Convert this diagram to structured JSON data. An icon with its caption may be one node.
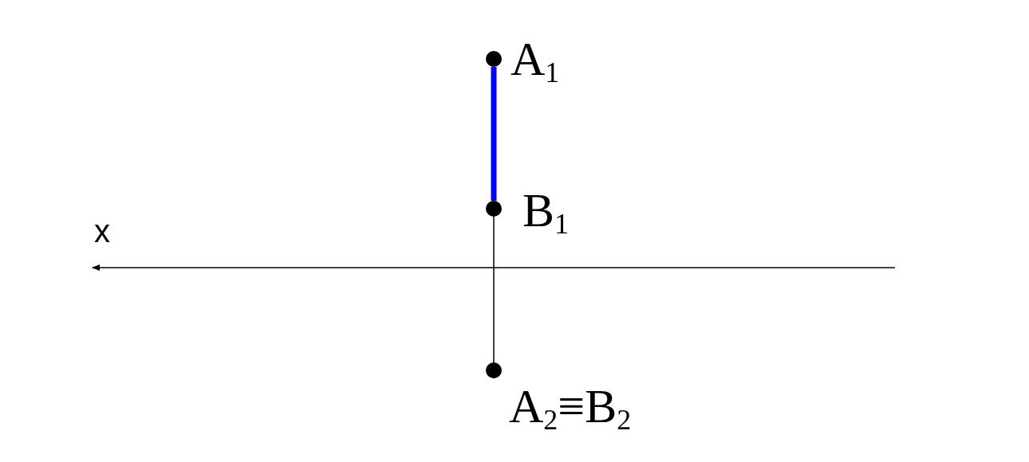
{
  "diagram": {
    "nodes": [
      {
        "text": [],
        "shape": "circle",
        "beside": [
          "A$_{1}$"
        ]
      },
      {
        "text": [],
        "shape": "circle",
        "beside": [
          "B$_{1}$"
        ]
      },
      {
        "text": [],
        "shape": "circle",
        "beside": [
          "A$_{2}$≡B$_{2}$"
        ]
      }
    ],
    "edges": [
      {
        "from": 0,
        "to": 1,
        "arrow": "none",
        "style": "thick",
        "color": "#0000ff"
      },
      {
        "from": 1,
        "to": 2,
        "arrow": "none",
        "color": "#000000"
      }
    ],
    "labels": [
      "x"
    ]
  }
}
